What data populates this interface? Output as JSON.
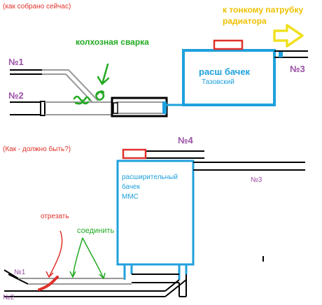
{
  "top": {
    "caption": "(как собрано сейчас)",
    "weld_label": "колхозная сварка",
    "hose1_label": "№1",
    "hose2_label": "№2",
    "tank_title": "расш бачек",
    "tank_subtitle": "Тазовский",
    "hose3_label": "№3",
    "radiator_line1": "к тонкому патрубку",
    "radiator_line2": "радиатора"
  },
  "bottom": {
    "caption": "(Как - должно быть?)",
    "hose4_label": "№4",
    "tank_line1": "расширительный",
    "tank_line2": "бачек",
    "tank_line3": "ММС",
    "hose3_label": "№3",
    "cut_label": "отрезать",
    "join_label": "соединить",
    "hose1_label": "№1",
    "hose2_label": "№2"
  },
  "colors": {
    "tank": "#1fa0dc",
    "hose": "#000000",
    "hose_inner": "#9a9a9a",
    "cap": "#e0302a",
    "weld": "#22aa22",
    "arrow": "#f0e020"
  }
}
